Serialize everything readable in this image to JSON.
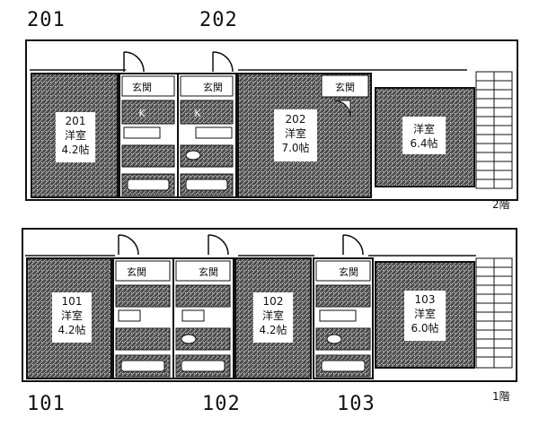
{
  "units_upper": {
    "u201": {
      "number": "201",
      "room_type": "洋室",
      "size": "4.2帖"
    },
    "u202": {
      "number": "202",
      "room_type": "洋室",
      "size": "7.0帖"
    },
    "u203": {
      "room_type": "洋室",
      "size": "6.4帖"
    }
  },
  "units_lower": {
    "u101": {
      "number": "101",
      "room_type": "洋室",
      "size": "4.2帖"
    },
    "u102": {
      "number": "102",
      "room_type": "洋室",
      "size": "4.2帖"
    },
    "u103": {
      "number": "103",
      "room_type": "洋室",
      "size": "6.0帖"
    }
  },
  "room_labels": {
    "entrance": "玄関",
    "kitchen": "K"
  },
  "floor_labels": {
    "upper": "2階",
    "lower": "1階"
  },
  "unit_numbers": {
    "top_left": "201",
    "top_right": "202",
    "bottom_left": "101",
    "bottom_mid": "102",
    "bottom_right": "103"
  }
}
